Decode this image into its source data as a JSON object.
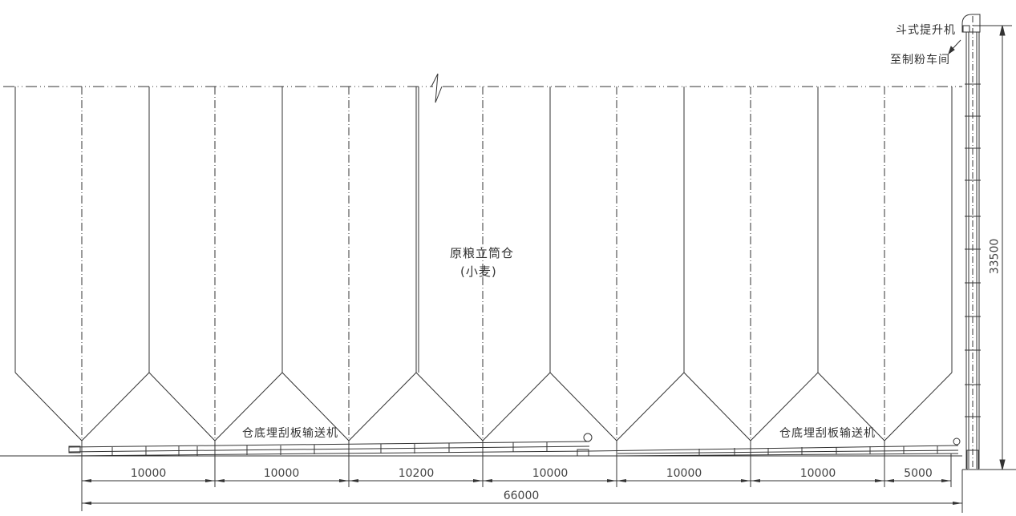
{
  "drawing": {
    "title": "原粮立筒仓",
    "subtitle": "(小麦)",
    "labels": {
      "elevator": "斗式提升机",
      "to_mill": "至制粉车间",
      "conveyor_left": "仓底埋刮板输送机",
      "conveyor_right": "仓底埋刮板输送机"
    },
    "dimensions": {
      "spans": [
        "10000",
        "10000",
        "10200",
        "10000",
        "10000",
        "10000",
        "5000"
      ],
      "total": "66000",
      "height": "33500"
    },
    "silo_count": 7,
    "colors": {
      "line": "#333333",
      "background": "#ffffff"
    }
  }
}
